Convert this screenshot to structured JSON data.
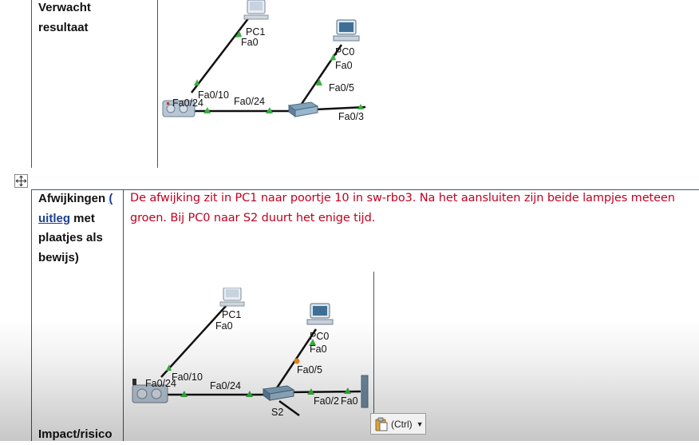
{
  "top_row": {
    "label_line1": "Verwacht",
    "label_line2": "resultaat"
  },
  "bottom_row": {
    "label_line1_text": "Afwijkingen ",
    "label_line1_link": "(",
    "label_line2_link": "uitleg",
    "label_line2_rest": " met",
    "label_line3": "plaatjes als",
    "label_line4": "bewijs)",
    "description_line1": "De afwijking zit in PC1 naar poortje 10 in sw-rbo3. Na het aansluiten zijn beide lampjes meteen",
    "description_line2": "groen. Bij PC0 naar S2 duurt het enige tijd."
  },
  "third_row": {
    "label": "Impact/risico"
  },
  "topology_expected": {
    "pc1_name": "PC1",
    "pc1_port": "Fa0",
    "pc0_name": "PC0",
    "pc0_port": "Fa0",
    "sw_rbo3_port_pc": "Fa0/10",
    "sw_rbo3_port_uplink": "Fa0/24",
    "link_label": "Fa0/24",
    "s2_port_pc": "Fa0/5",
    "s2_port_right": "Fa0/3"
  },
  "topology_actual": {
    "pc1_name": "PC1",
    "pc1_port": "Fa0",
    "pc0_name": "PC0",
    "pc0_port": "Fa0",
    "sw_rbo3_port_pc": "Fa0/10",
    "sw_rbo3_port_uplink": "Fa0/24",
    "link_label": "Fa0/24",
    "s2_port_pc": "Fa0/5",
    "s2_port_right": "Fa0/2",
    "right_device_port": "Fa0",
    "s2_name": "S2"
  },
  "paste_options": {
    "label": "(Ctrl)",
    "icon": "clipboard-icon",
    "dropdown_icon": "chevron-down-icon"
  },
  "colors": {
    "link_up": "#3cb043",
    "link_pending": "#e88a1a",
    "description_text": "#c00020",
    "table_border": "#44546a"
  }
}
